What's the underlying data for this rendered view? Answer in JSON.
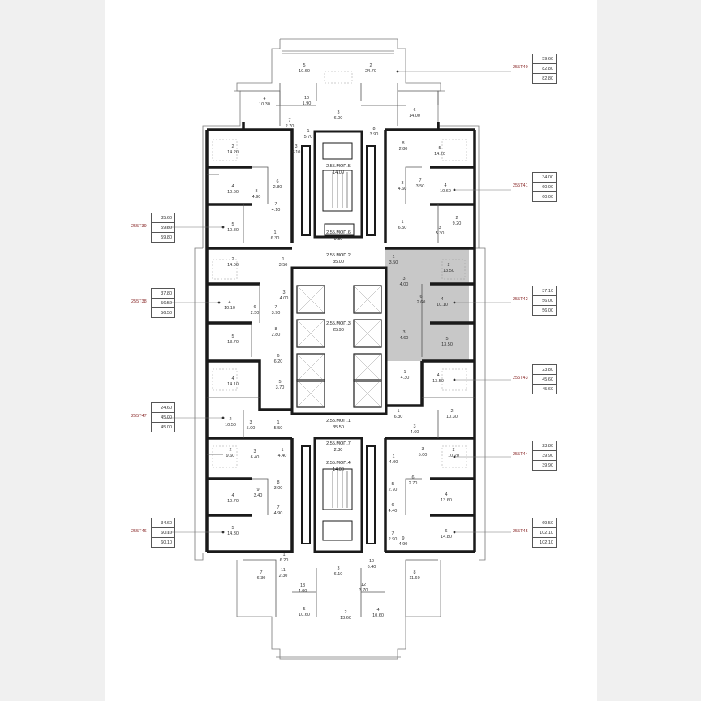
{
  "plan": {
    "corridors": {
      "mop5": {
        "code": "2.55.МОП.5",
        "area": "14.00"
      },
      "mop6": {
        "code": "2.55.МОП.6",
        "area": "9.30"
      },
      "mop2": {
        "code": "2.55.МОП.2",
        "area": "35.00"
      },
      "mop3": {
        "code": "2.55.МОП.3",
        "area": "25.90"
      },
      "mop1": {
        "code": "2.55.МОП.1",
        "area": "35.50"
      },
      "mop7": {
        "code": "2.55.МОП.7",
        "area": "2.30"
      },
      "mop4": {
        "code": "2.55.МОП.4",
        "area": "14.00"
      }
    },
    "rooms": [
      {
        "n": "5",
        "a": "10.60"
      },
      {
        "n": "2",
        "a": "24.70"
      },
      {
        "n": "4",
        "a": "10.30"
      },
      {
        "n": "10",
        "a": "1.90"
      },
      {
        "n": "3",
        "a": "6.00"
      },
      {
        "n": "6",
        "a": "14.00"
      },
      {
        "n": "7",
        "a": "2.70"
      },
      {
        "n": "1",
        "a": "5.70"
      },
      {
        "n": "8",
        "a": "3.90"
      },
      {
        "n": "2",
        "a": "14.20"
      },
      {
        "n": "3",
        "a": "6.10"
      },
      {
        "n": "4",
        "a": "10.60"
      },
      {
        "n": "6",
        "a": "2.80"
      },
      {
        "n": "8",
        "a": "4.90"
      },
      {
        "n": "7",
        "a": "4.10"
      },
      {
        "n": "5",
        "a": "10.80"
      },
      {
        "n": "1",
        "a": "6.30"
      },
      {
        "n": "5",
        "a": "14.20"
      },
      {
        "n": "8",
        "a": "2.80"
      },
      {
        "n": "7",
        "a": "3.50"
      },
      {
        "n": "3",
        "a": "4.60"
      },
      {
        "n": "4",
        "a": "10.60"
      },
      {
        "n": "1",
        "a": "6.50"
      },
      {
        "n": "3",
        "a": "5.30"
      },
      {
        "n": "2",
        "a": "9.20"
      },
      {
        "n": "1",
        "a": "3.50"
      },
      {
        "n": "2",
        "a": "14.00"
      },
      {
        "n": "3",
        "a": "4.00"
      },
      {
        "n": "4",
        "a": "10.10"
      },
      {
        "n": "6",
        "a": "2.50"
      },
      {
        "n": "7",
        "a": "3.90"
      },
      {
        "n": "8",
        "a": "2.80"
      },
      {
        "n": "5",
        "a": "13.70"
      },
      {
        "n": "1",
        "a": "3.50"
      },
      {
        "n": "2",
        "a": "13.50"
      },
      {
        "n": "3",
        "a": "4.00"
      },
      {
        "n": "4",
        "a": "10.10"
      },
      {
        "n": "6",
        "a": "2.60"
      },
      {
        "n": "5",
        "a": "13.50"
      },
      {
        "n": "3",
        "a": "4.60"
      },
      {
        "n": "6",
        "a": "6.20"
      },
      {
        "n": "4",
        "a": "14.10"
      },
      {
        "n": "5",
        "a": "3.70"
      },
      {
        "n": "1",
        "a": "4.30"
      },
      {
        "n": "4",
        "a": "13.50"
      },
      {
        "n": "2",
        "a": "10.50"
      },
      {
        "n": "3",
        "a": "5.00"
      },
      {
        "n": "1",
        "a": "5.50"
      },
      {
        "n": "1",
        "a": "6.30"
      },
      {
        "n": "3",
        "a": "4.60"
      },
      {
        "n": "2",
        "a": "10.30"
      },
      {
        "n": "2",
        "a": "9.60"
      },
      {
        "n": "3",
        "a": "6.40"
      },
      {
        "n": "1",
        "a": "4.40"
      },
      {
        "n": "1",
        "a": "4.00"
      },
      {
        "n": "3",
        "a": "5.00"
      },
      {
        "n": "2",
        "a": "10.20"
      },
      {
        "n": "8",
        "a": "3.00"
      },
      {
        "n": "9",
        "a": "3.40"
      },
      {
        "n": "4",
        "a": "10.70"
      },
      {
        "n": "6",
        "a": "2.70"
      },
      {
        "n": "7",
        "a": "4.90"
      },
      {
        "n": "5",
        "a": "14.30"
      },
      {
        "n": "5",
        "a": "2.70"
      },
      {
        "n": "6",
        "a": "4.40"
      },
      {
        "n": "4",
        "a": "13.60"
      },
      {
        "n": "7",
        "a": "2.90"
      },
      {
        "n": "9",
        "a": "4.90"
      },
      {
        "n": "6",
        "a": "14.80"
      },
      {
        "n": "1",
        "a": "6.20"
      },
      {
        "n": "7",
        "a": "6.30"
      },
      {
        "n": "11",
        "a": "2.30"
      },
      {
        "n": "3",
        "a": "6.10"
      },
      {
        "n": "10",
        "a": "6.40"
      },
      {
        "n": "13",
        "a": "4.00"
      },
      {
        "n": "12",
        "a": "3.70"
      },
      {
        "n": "8",
        "a": "11.60"
      },
      {
        "n": "5",
        "a": "10.60"
      },
      {
        "n": "2",
        "a": "13.60"
      },
      {
        "n": "4",
        "a": "10.60"
      }
    ]
  },
  "apartments": [
    {
      "code": "255Т40",
      "v1": "59.60",
      "v2": "82.80",
      "v3": "82.80"
    },
    {
      "code": "255Т41",
      "v1": "34.00",
      "v2": "60.00",
      "v3": "60.00"
    },
    {
      "code": "255Т39",
      "v1": "35.60",
      "v2": "59.80",
      "v3": "59.80"
    },
    {
      "code": "255Т38",
      "v1": "37.80",
      "v2": "56.50",
      "v3": "56.50"
    },
    {
      "code": "255Т42",
      "v1": "37.10",
      "v2": "56.00",
      "v3": "56.00"
    },
    {
      "code": "255Т43",
      "v1": "23.80",
      "v2": "45.60",
      "v3": "45.60"
    },
    {
      "code": "255Т47",
      "v1": "24.60",
      "v2": "45.00",
      "v3": "45.00"
    },
    {
      "code": "255Т44",
      "v1": "23.80",
      "v2": "39.90",
      "v3": "39.90"
    },
    {
      "code": "255Т46",
      "v1": "34.60",
      "v2": "60.10",
      "v3": "60.10"
    },
    {
      "code": "255Т45",
      "v1": "69.50",
      "v2": "102.10",
      "v3": "102.10"
    }
  ],
  "colors": {
    "highlight": "#c8c8c8",
    "wall": "#1a1a1a",
    "thin": "#777777",
    "code": "#8a2a2a"
  }
}
